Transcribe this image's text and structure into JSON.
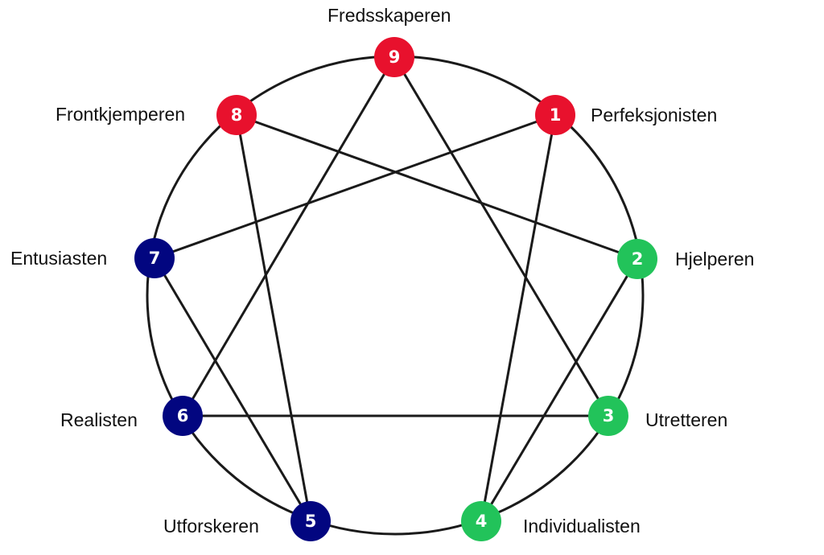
{
  "colors": {
    "red": "#e8112d",
    "green": "#22c35a",
    "navy": "#020680",
    "line": "#1a1a1a"
  },
  "types": [
    {
      "number": "1",
      "name": "Perfeksjonisten",
      "color": "red"
    },
    {
      "number": "2",
      "name": "Hjelperen",
      "color": "green"
    },
    {
      "number": "3",
      "name": "Utretteren",
      "color": "green"
    },
    {
      "number": "4",
      "name": "Individualisten",
      "color": "green"
    },
    {
      "number": "5",
      "name": "Utforskeren",
      "color": "navy"
    },
    {
      "number": "6",
      "name": "Realisten",
      "color": "navy"
    },
    {
      "number": "7",
      "name": "Entusiasten",
      "color": "navy"
    },
    {
      "number": "8",
      "name": "Frontkjemperen",
      "color": "red"
    },
    {
      "number": "9",
      "name": "Fredsskaperen",
      "color": "red"
    }
  ],
  "connections": [
    [
      "1",
      "4"
    ],
    [
      "4",
      "2"
    ],
    [
      "2",
      "8"
    ],
    [
      "8",
      "5"
    ],
    [
      "5",
      "7"
    ],
    [
      "7",
      "1"
    ],
    [
      "9",
      "3"
    ],
    [
      "3",
      "6"
    ],
    [
      "6",
      "9"
    ]
  ]
}
